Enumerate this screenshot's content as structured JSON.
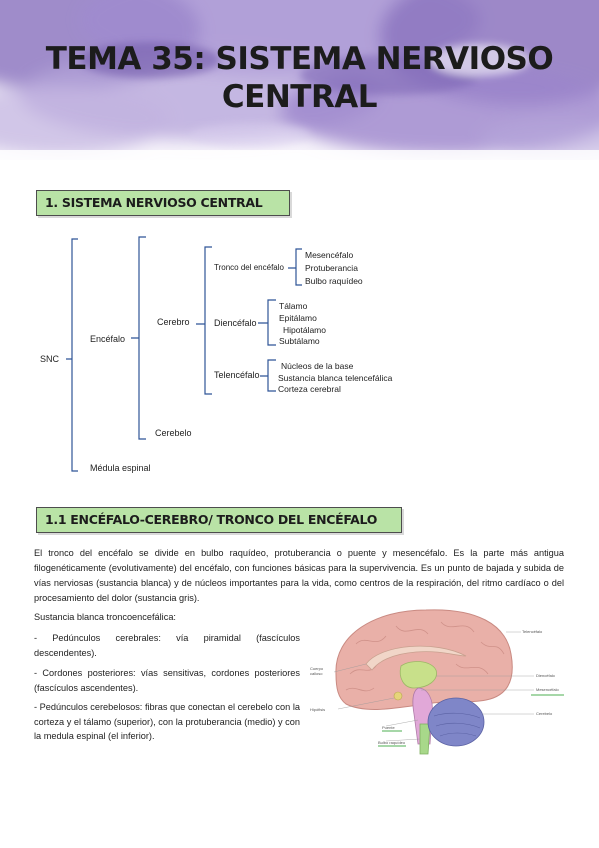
{
  "title": "TEMA 35: SISTEMA NERVIOSO CENTRAL",
  "section1": {
    "heading": "1. SISTEMA NERVIOSO CENTRAL"
  },
  "diagram": {
    "snc": "SNC",
    "encefalo": "Encéfalo",
    "medula": "Médula espinal",
    "cerebro": "Cerebro",
    "cerebelo": "Cerebelo",
    "tronco": "Tronco del encéfalo",
    "diencefalo": "Diencéfalo",
    "telencefalo": "Telencéfalo",
    "tronco_items": [
      "Mesencéfalo",
      "Protuberancia",
      "Bulbo raquídeo"
    ],
    "diencefalo_items": [
      "Tálamo",
      "Epitálamo",
      "Hipotálamo",
      "Subtálamo"
    ],
    "telencefalo_items": [
      "Núcleos de la base",
      "Sustancia blanca telencefálica",
      "Corteza cerebral"
    ]
  },
  "section2": {
    "heading": "1.1 ENCÉFALO-CEREBRO/ TRONCO DEL ENCÉFALO",
    "intro": "El tronco del encéfalo se divide en bulbo raquídeo, protuberancia o puente y mesencéfalo. Es la parte más antigua filogenéticamente (evolutivamente) del encéfalo, con funciones básicas para la supervivencia. Es un punto de bajada y subida de vías nerviosas (sustancia blanca) y de núcleos importantes para la vida, como centros de la respiración, del ritmo cardíaco o del procesamiento del dolor (sustancia gris).",
    "subtitle": "Sustancia blanca troncoencefálica:",
    "bullets": [
      "- Pedúnculos cerebrales: vía piramidal (fascículos descendentes).",
      "- Cordones posteriores: vías sensitivas, cordones posteriores (fascículos ascendentes).",
      "- Pedúnculos cerebelosos: fibras que conectan el cerebelo con la corteza y el tálamo (superior), con la protuberancia (medio) y con la medula espinal (el inferior)."
    ]
  },
  "brain_labels": {
    "telencefalo": "Telencéfalo",
    "cuerpo_calloso": "Cuerpo calloso",
    "diencefalo": "Diencéfalo",
    "mesencefalo": "Mesencéfalo",
    "hipofisis": "Hipófisis",
    "cerebelo": "Cerebelo",
    "puente": "Puente",
    "bulbo": "Bulbo raquídeo"
  },
  "colors": {
    "banner": "#9a86c9",
    "section_fill": "#b9e3a6",
    "bracket": "#2f5597",
    "brain_cortex": "#e9b0a8",
    "brain_green": "#c8e08a",
    "brain_blue": "#7f86c8",
    "brain_pink": "#e1a8d8"
  }
}
